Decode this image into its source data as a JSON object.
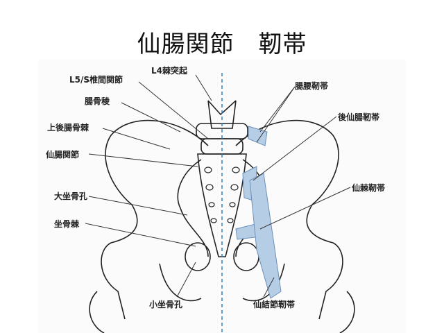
{
  "title": "仙腸関節　靭帯",
  "labels": {
    "l4_spinous": "L4棘突起",
    "l5s_facet": "L5/S椎間関節",
    "iliac_crest": "腸骨稜",
    "psis": "上後腸骨棘",
    "si_joint": "仙腸関節",
    "greater_sciatic": "大坐骨孔",
    "ischial_spine": "坐骨棘",
    "lesser_sciatic": "小坐骨孔",
    "iliolumbar": "腸腰靭帯",
    "post_si_lig": "後仙腸靭帯",
    "sacrospinous": "仙棘靭帯",
    "sacrotuberous": "仙結節靭帯"
  },
  "colors": {
    "ligament": "#8fb3d6",
    "midline": "#2f7fc0"
  }
}
